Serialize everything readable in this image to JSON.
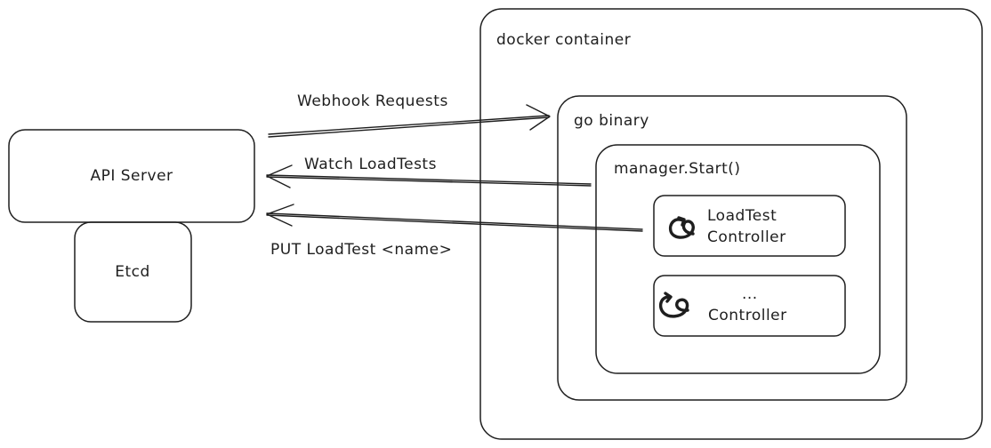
{
  "nodes": {
    "api_server": "API Server",
    "etcd": "Etcd",
    "docker_container": "docker container",
    "go_binary": "go binary",
    "manager_start": "manager.Start()",
    "loadtest_controller": [
      "LoadTest",
      "Controller"
    ],
    "other_controller": [
      "...",
      "Controller"
    ]
  },
  "edges": {
    "webhook_requests": "Webhook Requests",
    "watch_loadtests": "Watch LoadTests",
    "put_loadtest": "PUT LoadTest <name>"
  },
  "icons": {
    "controller_loop": "refresh-loop-icon"
  },
  "colors": {
    "stroke": "#1e1e1e",
    "background": "#ffffff"
  }
}
